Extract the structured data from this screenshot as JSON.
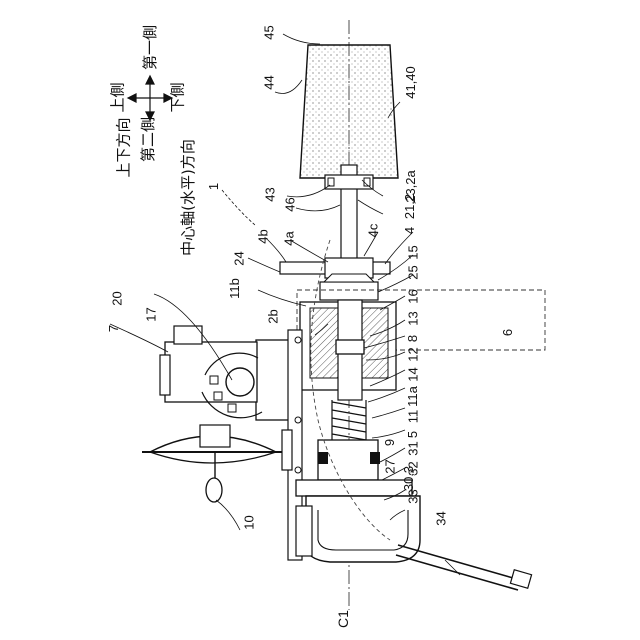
{
  "directions": {
    "up_side": "上側",
    "down_side": "下側",
    "first_side": "第一側",
    "second_side": "第二側",
    "vertical_direction": "上下方向",
    "central_axis_direction": "中心軸(水平)方向"
  },
  "axis_label": "C1",
  "reference_numerals": {
    "n45": "45",
    "n44": "44",
    "n41_40": "41,40",
    "n43": "43",
    "n46": "46",
    "n23_2a": "23,2a",
    "n21_2": "21,2",
    "n1": "1",
    "n4b": "4b",
    "n4a": "4a",
    "n4c": "4c",
    "n4": "4",
    "n24": "24",
    "n15": "15",
    "n25": "25",
    "n20": "20",
    "n11b": "11b",
    "n16": "16",
    "n17": "17",
    "n7": "7",
    "n2b": "2b",
    "n13": "13",
    "n8": "8",
    "n12": "12",
    "n6": "6",
    "n14": "14",
    "n11a": "11a",
    "n11": "11",
    "n5": "5",
    "n31": "31",
    "n9": "9",
    "n27": "27",
    "n32": "32",
    "n30_3": "30,3",
    "n33": "33",
    "n34": "34",
    "n10": "10"
  }
}
